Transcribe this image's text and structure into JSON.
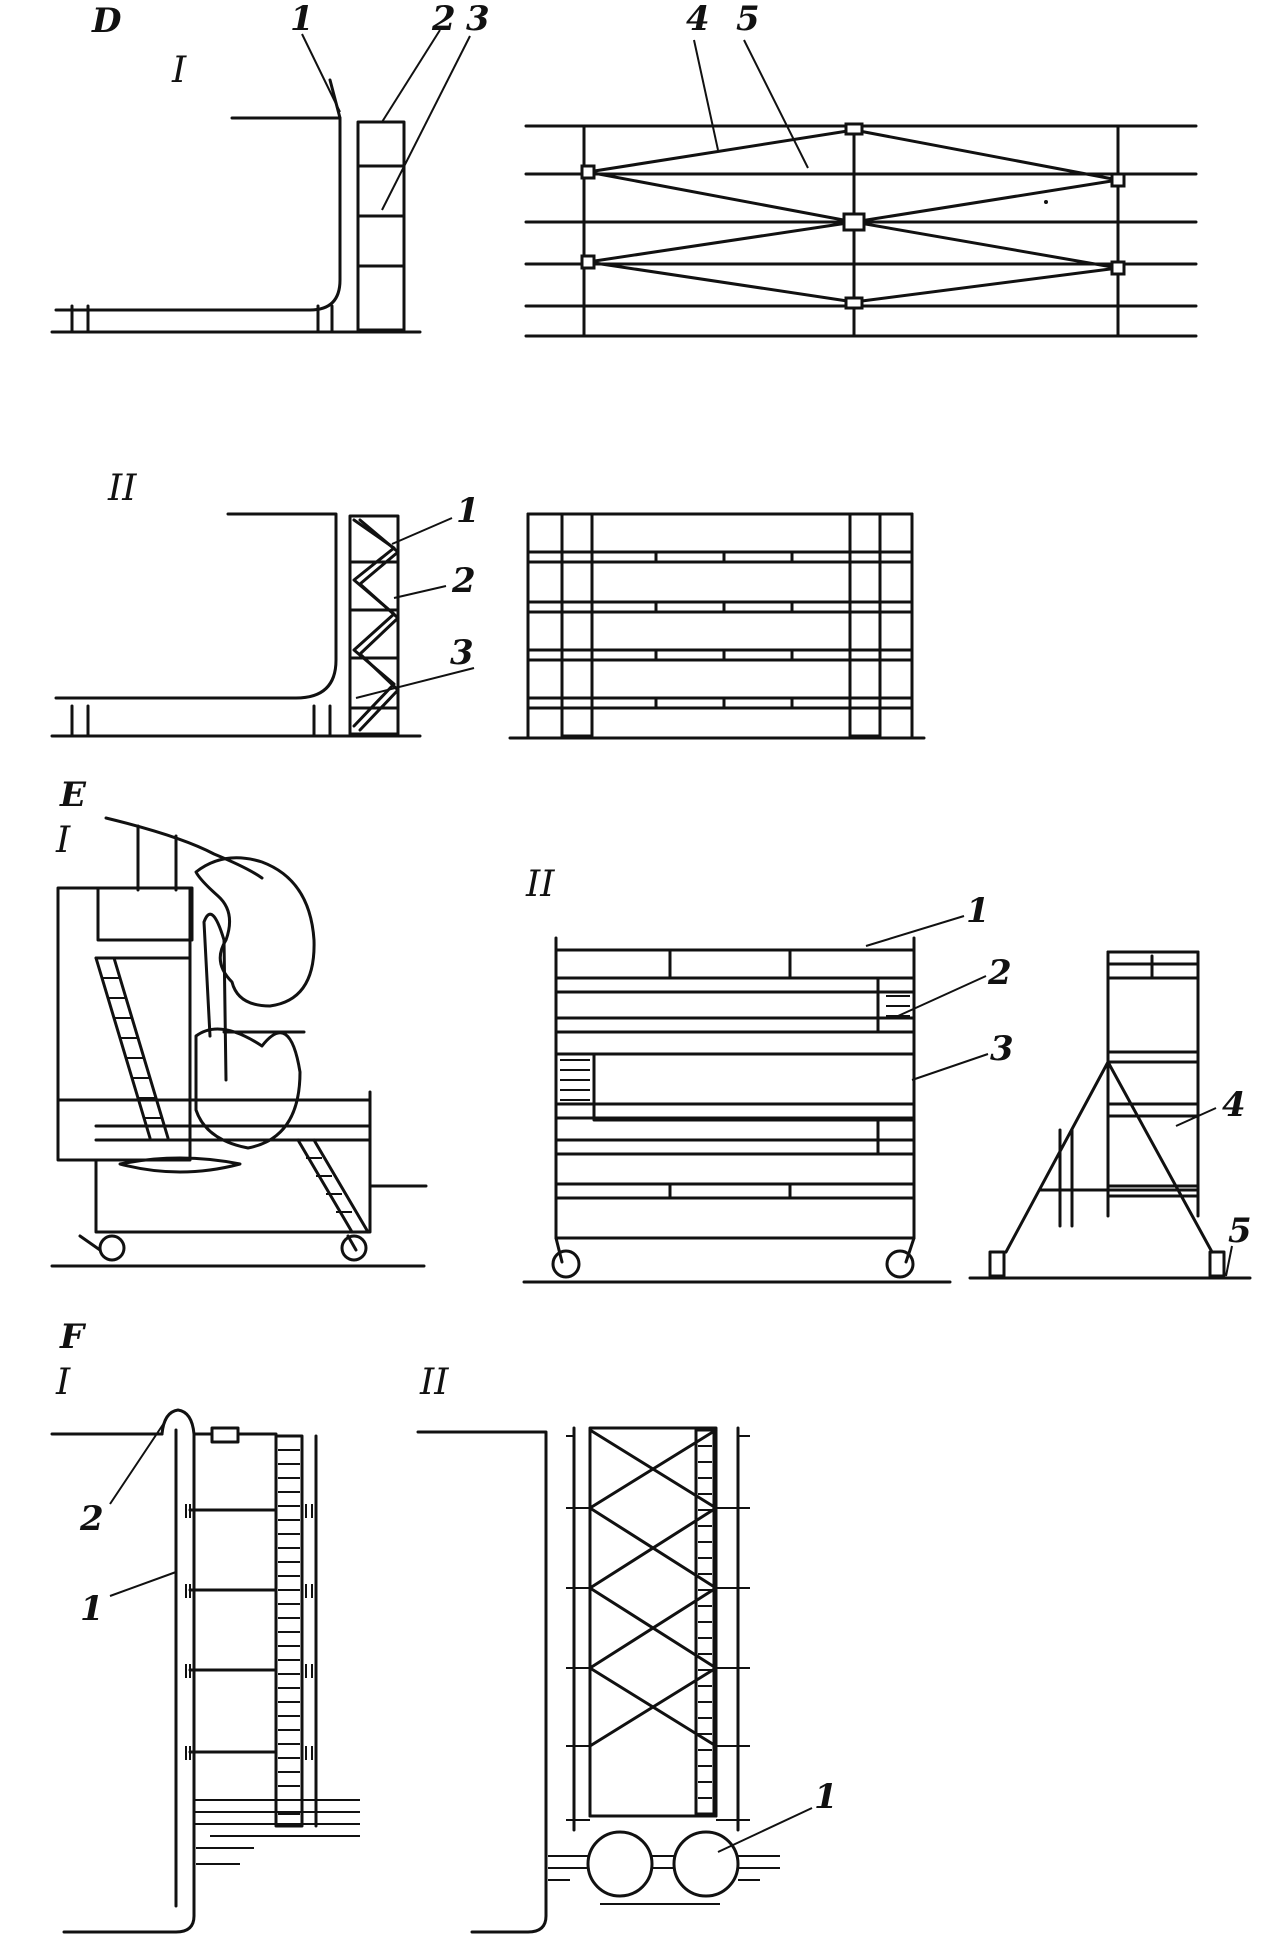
{
  "sections": {
    "D": {
      "letter": "D",
      "view1": {
        "numeral": "I",
        "callouts": [
          "1",
          "2",
          "3"
        ]
      },
      "view1_side": {
        "callouts": [
          "4",
          "5"
        ]
      },
      "view2": {
        "numeral": "II",
        "callouts": [
          "1",
          "2",
          "3"
        ]
      }
    },
    "E": {
      "letter": "E",
      "view1": {
        "numeral": "I"
      },
      "view2": {
        "numeral": "II",
        "callouts": [
          "1",
          "2",
          "3",
          "4",
          "5"
        ]
      }
    },
    "F": {
      "letter": "F",
      "view1": {
        "numeral": "I",
        "callouts": [
          "2",
          "1"
        ]
      },
      "view2": {
        "numeral": "II",
        "callouts": [
          "1"
        ]
      }
    }
  }
}
